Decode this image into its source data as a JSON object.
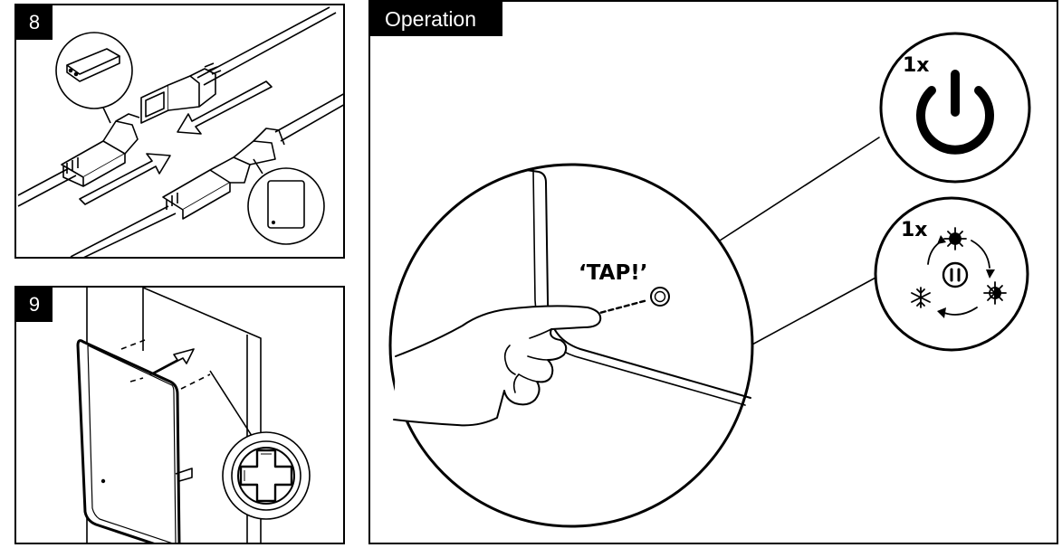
{
  "step8": {
    "number": "8"
  },
  "step9": {
    "number": "9"
  },
  "operation": {
    "title": "Operation",
    "tap_label": "‘TAP!’",
    "power_count": "1x",
    "mode_count": "1x"
  }
}
